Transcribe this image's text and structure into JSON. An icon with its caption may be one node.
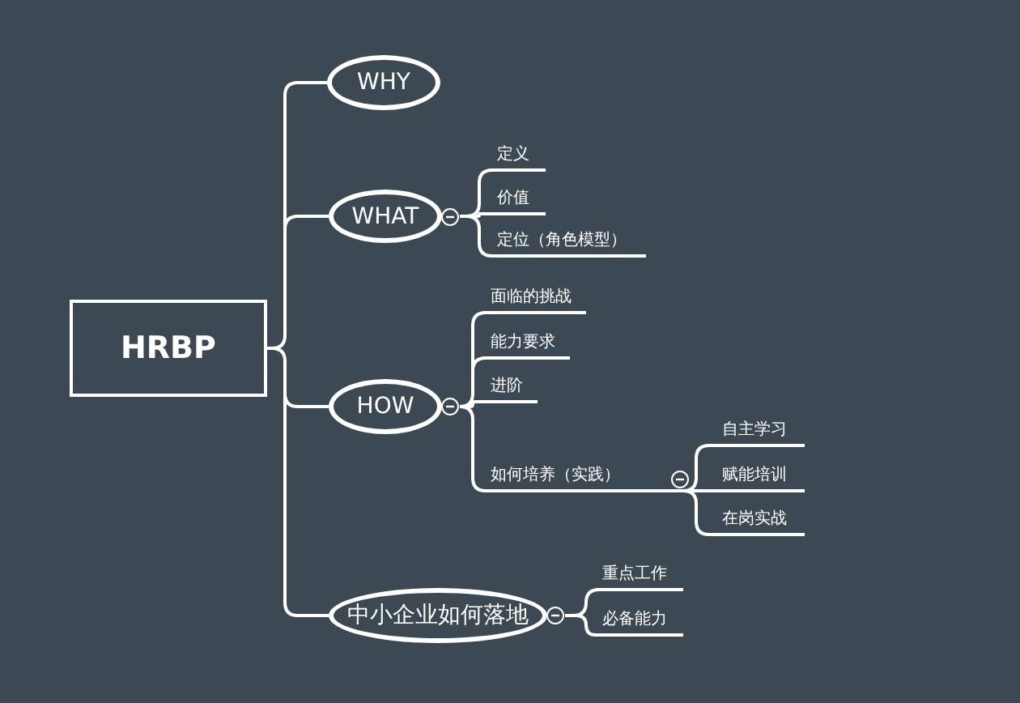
{
  "diagram": {
    "nodes": [
      {
        "text": [
          "HRBP"
        ]
      },
      {
        "text": [
          "WHY"
        ]
      },
      {
        "text": [
          "WHAT"
        ]
      },
      {
        "text": [
          "定义"
        ]
      },
      {
        "text": [
          "价值"
        ]
      },
      {
        "text": [
          "定位（角色模型）"
        ]
      },
      {
        "text": [
          "HOW"
        ]
      },
      {
        "text": [
          "面临的挑战"
        ]
      },
      {
        "text": [
          "能力要求"
        ]
      },
      {
        "text": [
          "进阶"
        ]
      },
      {
        "text": [
          "如何培养（实践）"
        ]
      },
      {
        "text": [
          "自主学习"
        ]
      },
      {
        "text": [
          "赋能培训"
        ]
      },
      {
        "text": [
          "在岗实战"
        ]
      },
      {
        "text": [
          "中小企业如何落地"
        ]
      },
      {
        "text": [
          "重点工作"
        ]
      },
      {
        "text": [
          "必备能力"
        ]
      }
    ],
    "edges": [
      {
        "from": 0,
        "to": 1,
        "arrow": "none"
      },
      {
        "from": 0,
        "to": 2,
        "arrow": "none"
      },
      {
        "from": 0,
        "to": 6,
        "arrow": "none"
      },
      {
        "from": 0,
        "to": 14,
        "arrow": "none"
      },
      {
        "from": 2,
        "to": 3,
        "arrow": "none"
      },
      {
        "from": 2,
        "to": 4,
        "arrow": "none"
      },
      {
        "from": 2,
        "to": 5,
        "arrow": "none"
      },
      {
        "from": 6,
        "to": 7,
        "arrow": "none"
      },
      {
        "from": 6,
        "to": 8,
        "arrow": "none"
      },
      {
        "from": 6,
        "to": 9,
        "arrow": "none"
      },
      {
        "from": 6,
        "to": 10,
        "arrow": "none"
      },
      {
        "from": 10,
        "to": 11,
        "arrow": "none"
      },
      {
        "from": 10,
        "to": 12,
        "arrow": "none"
      },
      {
        "from": 10,
        "to": 13,
        "arrow": "none"
      },
      {
        "from": 14,
        "to": 15,
        "arrow": "none"
      },
      {
        "from": 14,
        "to": 16,
        "arrow": "none"
      }
    ]
  }
}
